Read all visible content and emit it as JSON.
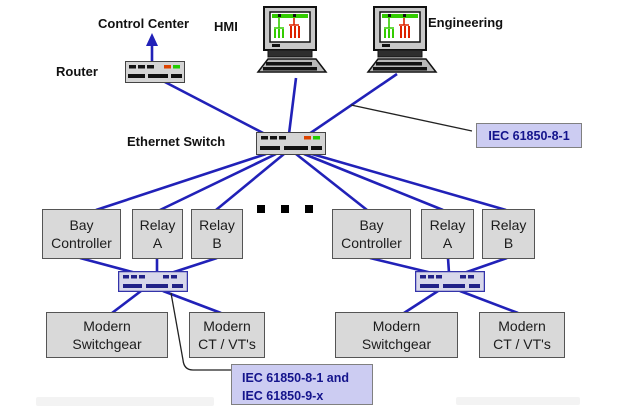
{
  "labels": {
    "control_center": "Control Center",
    "hmi": "HMI",
    "engineering": "Engineering",
    "router": "Router",
    "ethernet_switch": "Ethernet Switch"
  },
  "protocol_tags": {
    "station_bus": "IEC 61850-8-1",
    "process_bus_line1": "IEC 61850-8-1 and",
    "process_bus_line2": "IEC 61850-9-x"
  },
  "bay_nodes": {
    "bay_controller_line1": "Bay",
    "bay_controller_line2": "Controller",
    "relay_line1": "Relay",
    "relay_a_line2": "A",
    "relay_b_line2": "B"
  },
  "process_nodes": {
    "switchgear_line1": "Modern",
    "switchgear_line2": "Switchgear",
    "ctvt_line1": "Modern",
    "ctvt_line2": "CT / VT's"
  },
  "icons": {
    "router": "router-device-icon",
    "ethernet_switch": "ethernet-switch-device-icon",
    "process_bus_switch": "process-bus-switch-device-icon",
    "workstation": "workstation-monitor-keyboard-icon",
    "ellipsis": "continuation-dots-icon",
    "arrow_up": "up-arrow-icon"
  },
  "colors": {
    "link_blue": "#2121b8",
    "node_fill": "#d9d9d9",
    "tag_fill": "#ccccf2",
    "tag_text": "#14148c",
    "leader_black": "#222222"
  }
}
